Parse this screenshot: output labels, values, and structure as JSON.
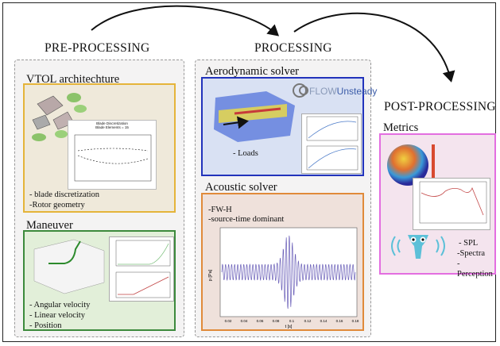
{
  "stages": {
    "pre": "PRE-PROCESSING",
    "proc": "PROCESSING",
    "post": "POST-PROCESSING"
  },
  "vtol": {
    "title": "VTOL architechture",
    "items": [
      "- blade discretization",
      "-Rotor geometry"
    ],
    "chart_title": [
      "Blade Discretization",
      "Blade Elements = 15"
    ]
  },
  "maneuver": {
    "title": "Maneuver",
    "items": [
      "- Angular velocity",
      "- Linear velocity",
      "- Position"
    ]
  },
  "aero": {
    "title": "Aerodynamic solver",
    "brand_a": "FLOW",
    "brand_b": "Unsteady",
    "items": [
      "- Loads"
    ]
  },
  "acoustic": {
    "title": "Acoustic solver",
    "items": [
      "-FW-H",
      "-source-time dominant"
    ],
    "ylabel": "p [Pa]",
    "xlabel": "t [s]",
    "xticks": [
      "0.02",
      "0.04",
      "0.06",
      "0.08",
      "0.1",
      "0.12",
      "0.14",
      "0.16",
      "0.18"
    ]
  },
  "metrics": {
    "title": "Metrics",
    "items": [
      "- SPL",
      "-Spectra",
      "-Perception"
    ]
  },
  "colors": {
    "vtol_border": "#e5b43a",
    "maneuver_border": "#3c8a3c",
    "aero_border": "#2233bb",
    "acoustic_border": "#e08a3a",
    "metrics_border": "#e36ee0"
  }
}
